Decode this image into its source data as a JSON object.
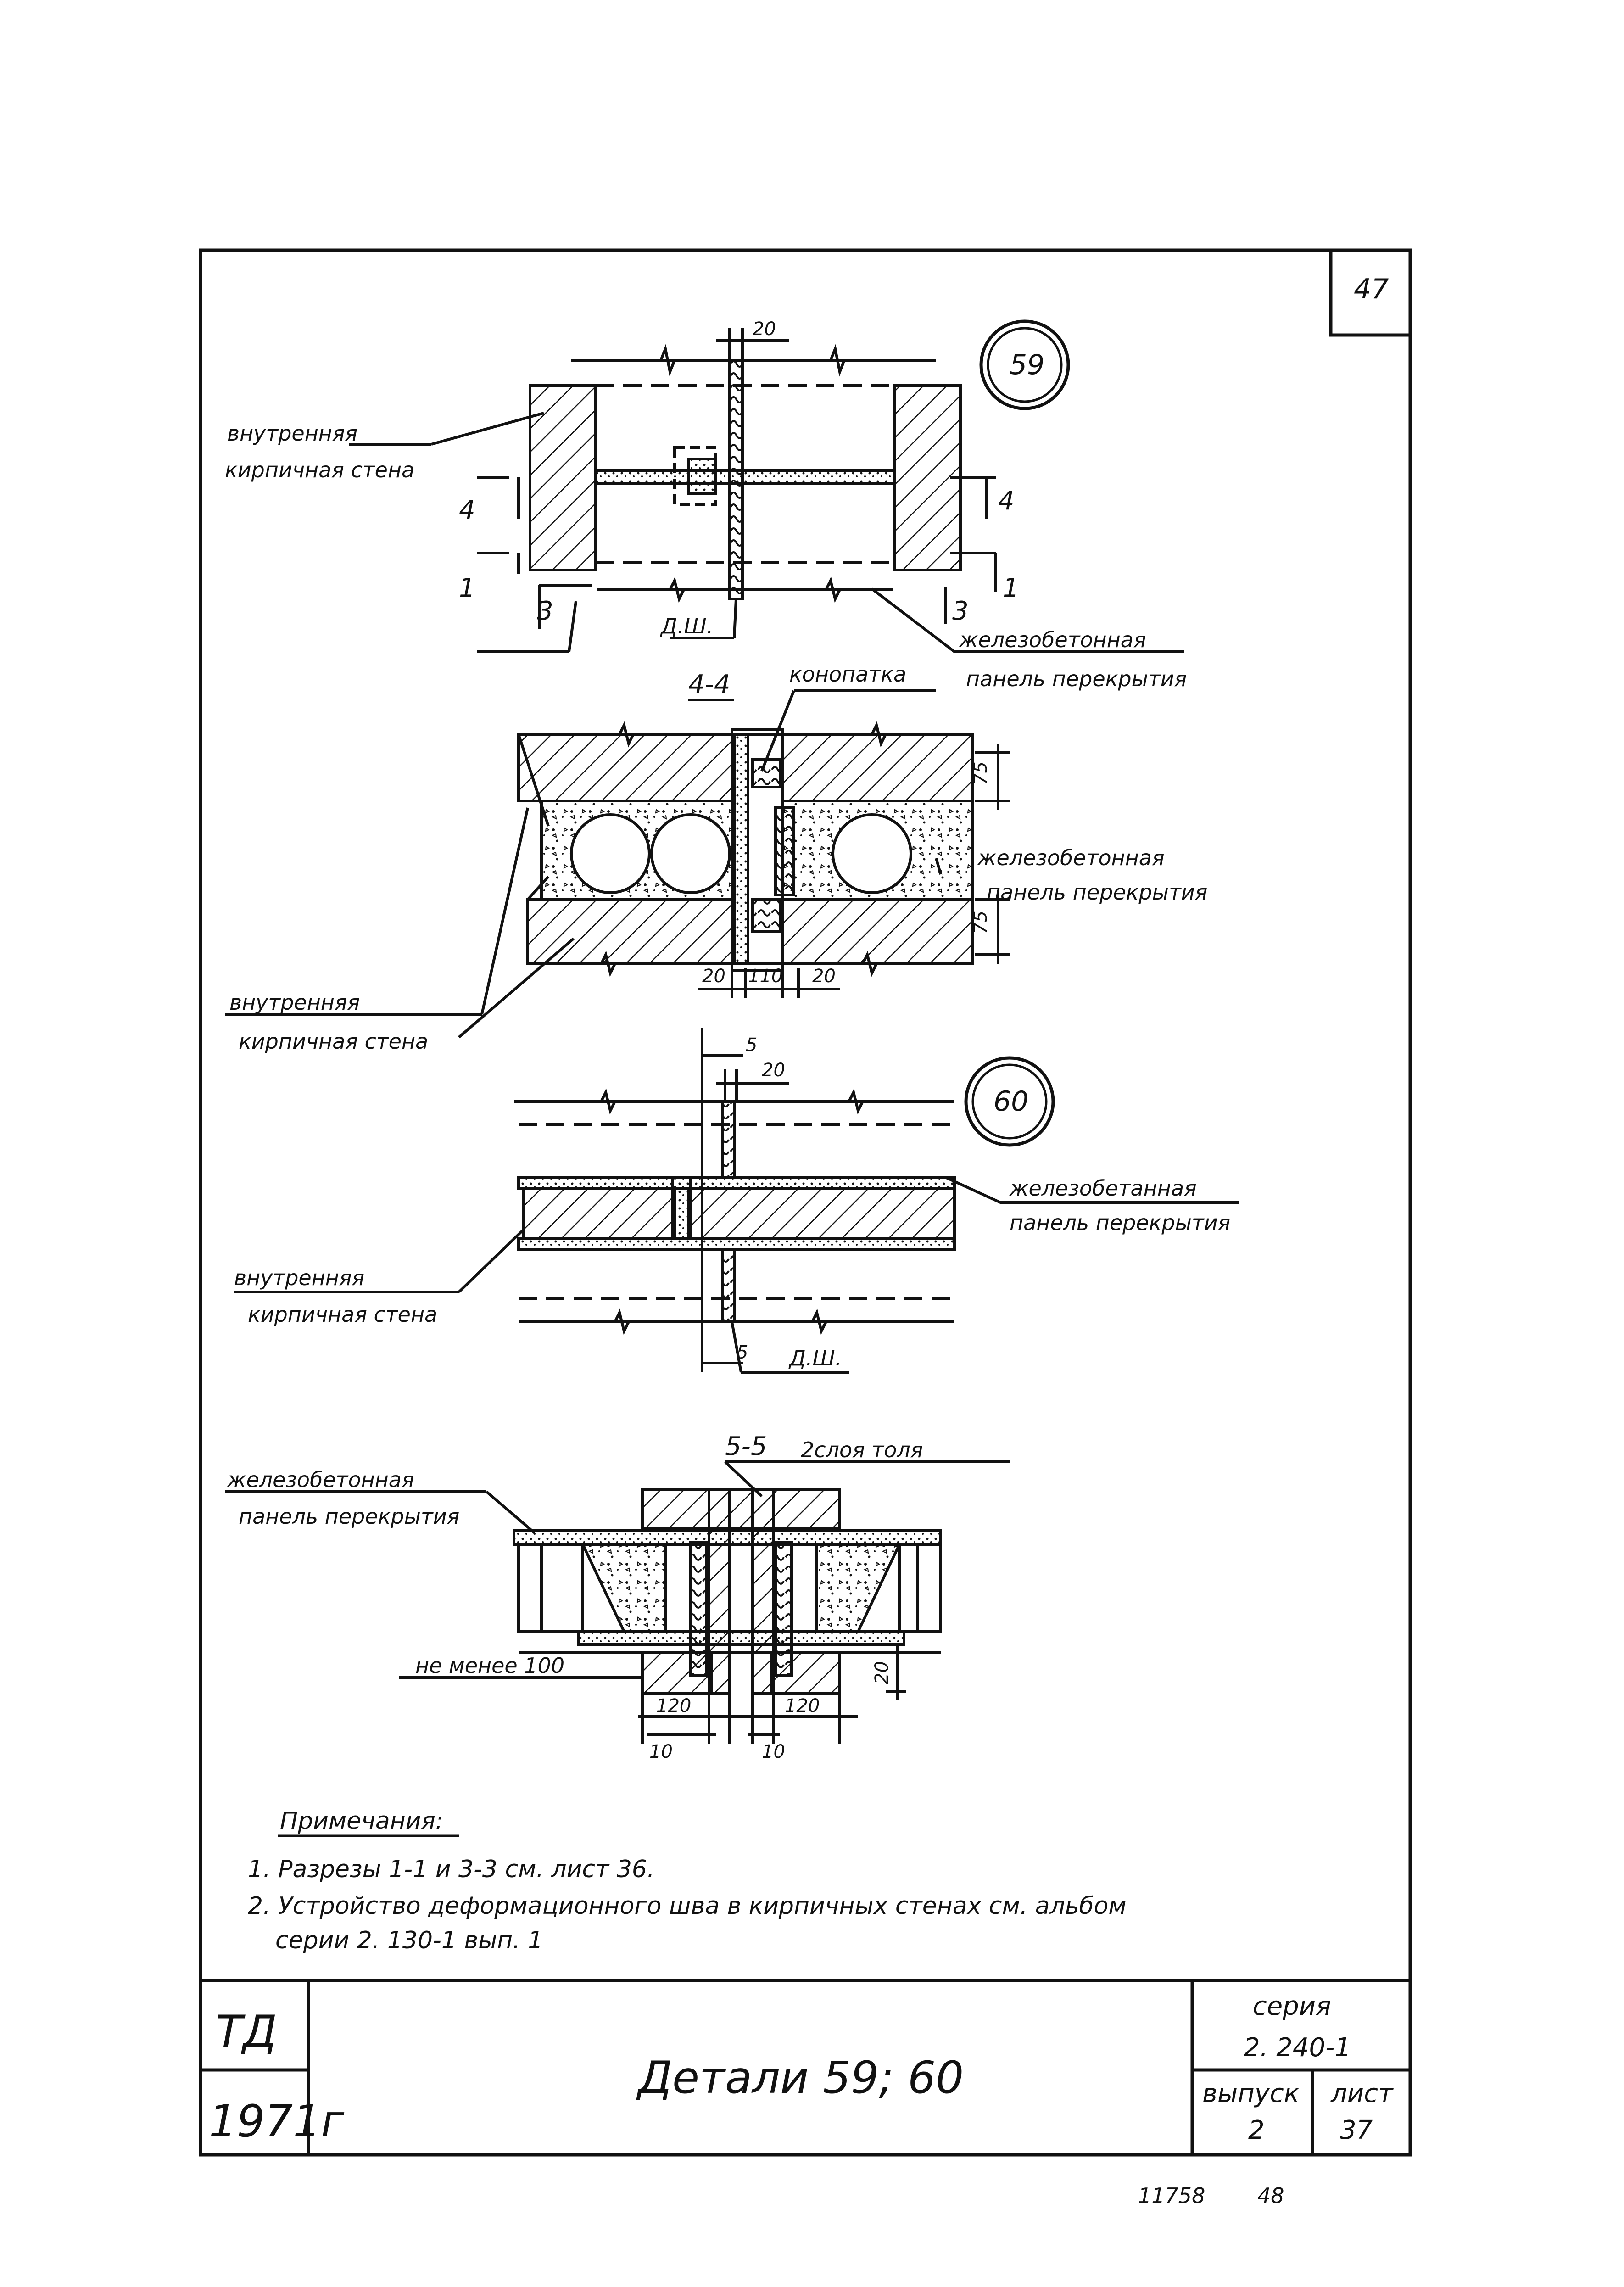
{
  "sheet": {
    "corner_number": "47",
    "bottom_numbers": {
      "left": "11758",
      "right": "48"
    }
  },
  "detail59": {
    "bubble": "59",
    "dim_top": "20",
    "wall_label_1": "внутренняя",
    "wall_label_2": "кирпичная  стена",
    "cut_4": "4",
    "cut_1": "1",
    "cut_3": "3",
    "joint_label": "Д.Ш.",
    "panel_label_1": "железобетонная",
    "panel_label_2": "панель  перекрытия"
  },
  "section44": {
    "title": "4-4",
    "caulk_label": "конопатка",
    "panel_label_1": "железобетонная",
    "panel_label_2": "панель  перекрытия",
    "dim_top_right": "75",
    "dim_bottom_right": "75",
    "dim_b1": "20",
    "dim_b2": "110",
    "dim_b3": "20",
    "wall_label_1": "внутренняя",
    "wall_label_2": "кирпичная  стена"
  },
  "detail60": {
    "bubble": "60",
    "dim_5_top": "5",
    "dim_20": "20",
    "panel_label_1": "железобетанная",
    "panel_label_2": "панель  перекрытия",
    "wall_label_1": "внутренняя",
    "wall_label_2": "кирпичная  стена",
    "dim_5_bottom": "5",
    "joint_label": "Д.Ш."
  },
  "section55": {
    "title": "5-5",
    "tar_label": "2слоя  толя",
    "panel_label_1": "железобетонная",
    "panel_label_2": "панель  перекрытия",
    "min_label": "не  менее  100",
    "dim_120_left": "120",
    "dim_120_right": "120",
    "dim_10_left": "10",
    "dim_10_right": "10",
    "dim_20_side": "20"
  },
  "notes": {
    "heading": "Примечания:",
    "n1": "1. Разрезы   1-1  и 3-3  см.  лист  36.",
    "n2_line1": "2. Устройство   деформационного   шва  в  кирпичных   стенах   см. альбом",
    "n2_line2": "серии    2. 130-1   вып. 1"
  },
  "title_block": {
    "org": "ТД",
    "year": "1971г",
    "title": "Детали 59; 60",
    "series_label": "серия",
    "series_value": "2. 240-1",
    "issue_label": "выпуск",
    "issue_value": "2",
    "sheet_label": "лист",
    "sheet_value": "37"
  }
}
